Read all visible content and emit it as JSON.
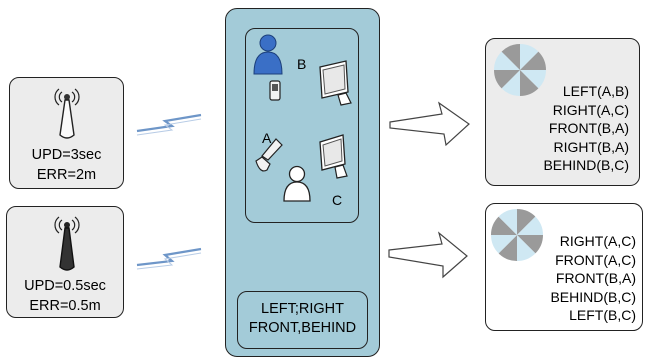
{
  "sensors": [
    {
      "upd": "UPD=3sec",
      "err": "ERR=2m"
    },
    {
      "upd": "UPD=0.5sec",
      "err": "ERR=0.5m"
    }
  ],
  "scene": {
    "labels": [
      "B",
      "A",
      "C"
    ]
  },
  "keywords": {
    "line1": "LEFT;RIGHT",
    "line2": "FRONT,BEHIND"
  },
  "results": [
    {
      "relations": [
        "LEFT(A,B)",
        "RIGHT(A,C)",
        "FRONT(B,A)",
        "RIGHT(B,A)",
        "BEHIND(B,C)"
      ]
    },
    {
      "relations": [
        "RIGHT(A,C)",
        "FRONT(A,C)",
        "FRONT(B,A)",
        "BEHIND(B,C)",
        "LEFT(B,C)"
      ]
    }
  ],
  "colors": {
    "panel": "#a3cbd8",
    "device_bg": "#ececec",
    "wave": "#6e96c8",
    "person": "#3a6fc6",
    "wedge_light": "#cfe8f3",
    "wedge_dark": "#9a9a9a"
  }
}
